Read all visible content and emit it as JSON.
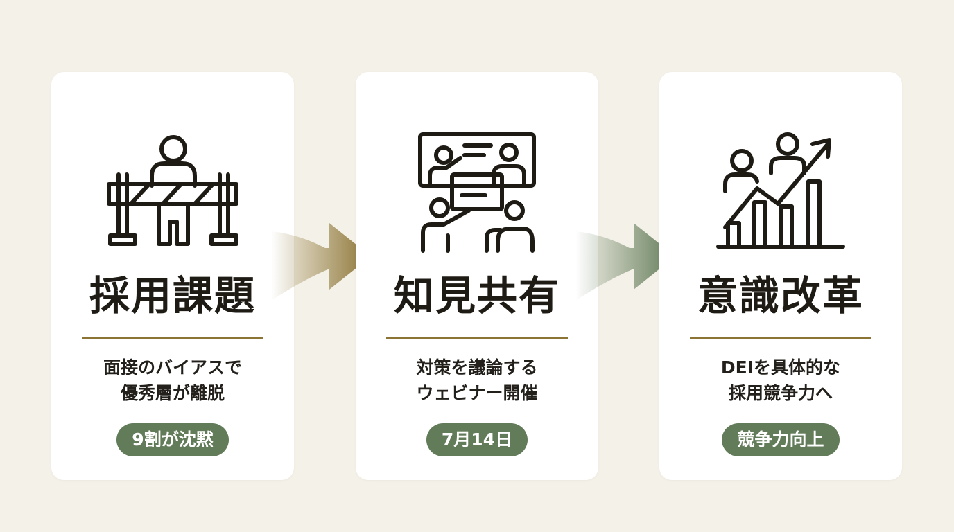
{
  "colors": {
    "background": "#f4f1e8",
    "card": "#ffffff",
    "text": "#1e1a14",
    "gold_rule": "#8c7434",
    "badge": "#627b58",
    "arrow_1": "#8c7434",
    "arrow_2": "#627b58"
  },
  "steps": [
    {
      "icon": "person-behind-barrier-icon",
      "title": "採用課題",
      "desc_lines": [
        "面接のバイアスで",
        "優秀層が離脱"
      ],
      "badge": "9割が沈黙"
    },
    {
      "icon": "webinar-presentation-icon",
      "title": "知見共有",
      "desc_lines": [
        "対策を議論する",
        "ウェビナー開催"
      ],
      "badge": "7月14日"
    },
    {
      "icon": "growth-chart-people-icon",
      "title": "意識改革",
      "desc_lines": [
        "DEIを具体的な",
        "採用競争力へ"
      ],
      "badge": "競争力向上"
    }
  ],
  "connectors": [
    "flow-arrow-icon",
    "flow-arrow-icon"
  ]
}
